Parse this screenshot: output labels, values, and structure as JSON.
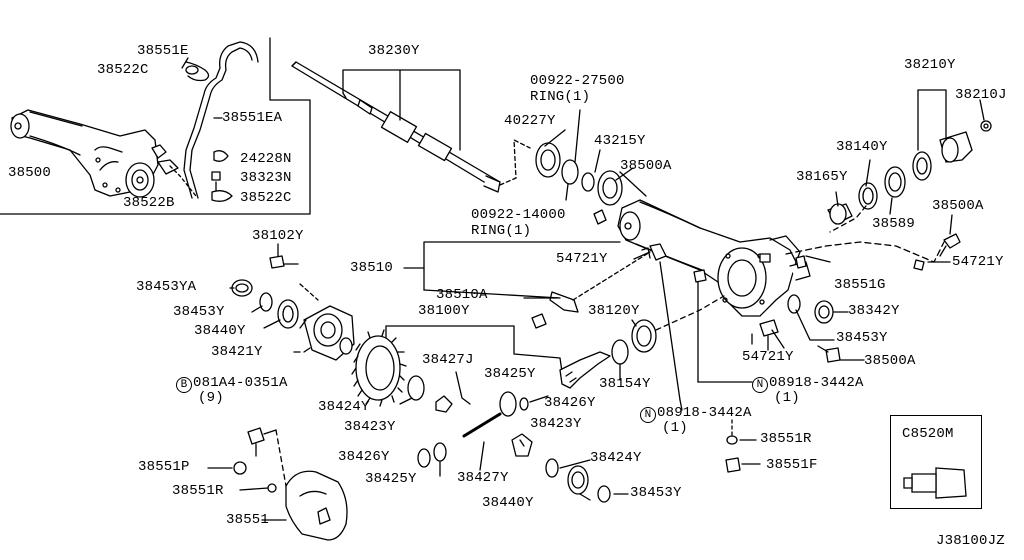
{
  "diagram_id": "J38100JZ",
  "callout_box_label": "C8520M",
  "labels": {
    "p38551E": "38551E",
    "p38522C_a": "38522C",
    "p38551EA": "38551EA",
    "p38500_main": "38500",
    "p24228N": "24228N",
    "p38323N": "38323N",
    "p38522B": "38522B",
    "p38522C_b": "38522C",
    "p38230Y": "38230Y",
    "p00922_27500": "00922-27500",
    "ring1_top": "RING(1)",
    "p40227Y": "40227Y",
    "p43215Y": "43215Y",
    "p38500A_a": "38500A",
    "p00922_14000": "00922-14000",
    "ring1_bottom": "RING(1)",
    "p38210Y": "38210Y",
    "p38210J": "38210J",
    "p38140Y": "38140Y",
    "p38165Y": "38165Y",
    "p38589": "38589",
    "p38500A_b": "38500A",
    "p54721Y_a": "54721Y",
    "p54721Y_b": "54721Y",
    "p38102Y": "38102Y",
    "p38510": "38510",
    "p38510A": "38510A",
    "p38551G": "38551G",
    "p38453YA": "38453YA",
    "p38453Y_a": "38453Y",
    "p38440Y_a": "38440Y",
    "p38421Y": "38421Y",
    "p38100Y": "38100Y",
    "p38120Y": "38120Y",
    "p38342Y": "38342Y",
    "p38453Y_b": "38453Y",
    "p54721Y_c": "54721Y",
    "p38500A_c": "38500A",
    "p38427J": "38427J",
    "p38425Y_a": "38425Y",
    "p38154Y": "38154Y",
    "p081A4_0351A": "081A4-0351A",
    "qty9": "(9)",
    "p38424Y_a": "38424Y",
    "p38426Y_a": "38426Y",
    "p38423Y_a": "38423Y",
    "p08918_3442A_a": "08918-3442A",
    "qty1_a": "(1)",
    "p08918_3442A_b": "08918-3442A",
    "qty1_b": "(1)",
    "p38423Y_b": "38423Y",
    "p38551R_a": "38551R",
    "p38426Y_b": "38426Y",
    "p38424Y_b": "38424Y",
    "p38551F": "38551F",
    "p38551P": "38551P",
    "p38425Y_b": "38425Y",
    "p38427Y": "38427Y",
    "p38551R_b": "38551R",
    "p38440Y_b": "38440Y",
    "p38453Y_c": "38453Y",
    "p38551": "38551",
    "marker_B": "B",
    "marker_N": "N"
  }
}
